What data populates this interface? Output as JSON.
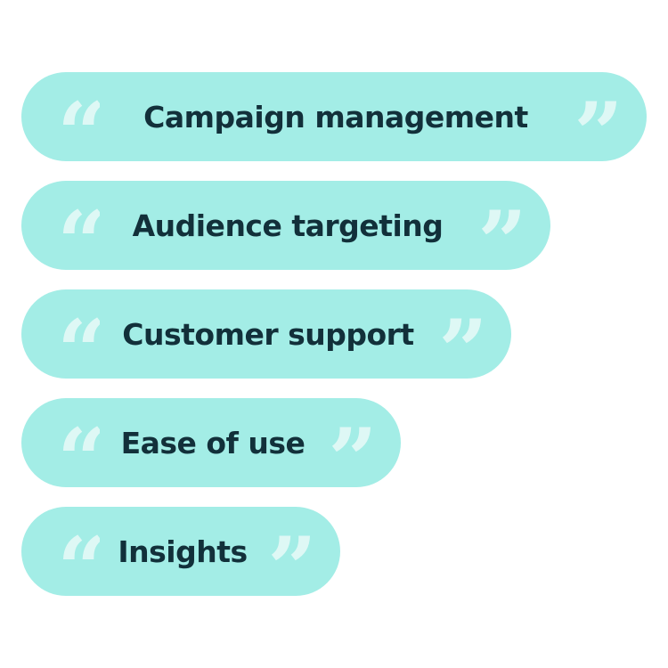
{
  "colors": {
    "pill_background": "#a3ede6",
    "quote_mark": "#def8f5",
    "label_text": "#12303a"
  },
  "quote_marks": {
    "open": "“",
    "close": "”"
  },
  "pills": [
    {
      "label": "Campaign management"
    },
    {
      "label": "Audience targeting"
    },
    {
      "label": "Customer support"
    },
    {
      "label": "Ease of use"
    },
    {
      "label": "Insights"
    }
  ]
}
